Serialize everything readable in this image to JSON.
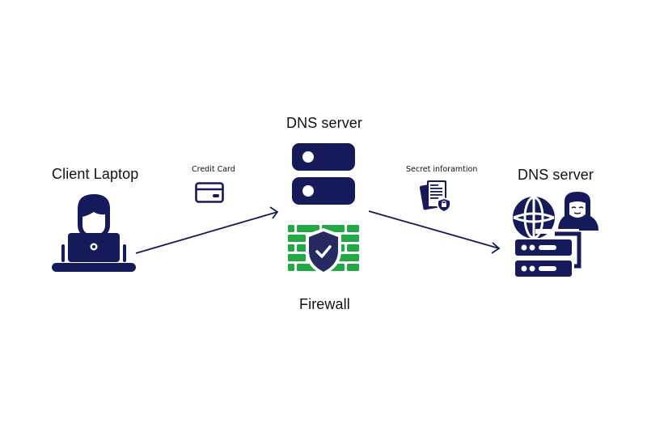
{
  "colors": {
    "navy": "#141a5a",
    "green": "#22a845",
    "text": "#111111",
    "background": "#ffffff"
  },
  "nodes": {
    "client": {
      "label": "Client Laptop",
      "icon": "person-with-laptop-icon"
    },
    "dns_server": {
      "label": "DNS server",
      "icon": "server-stack-icon"
    },
    "firewall": {
      "label": "Firewall",
      "icon": "brick-wall-shield-check-icon"
    },
    "attacker_dns": {
      "label": "DNS server",
      "icon": "globe-server-hacker-icon"
    }
  },
  "payloads": {
    "credit_card": {
      "label": "Credit Card",
      "icon": "credit-card-icon"
    },
    "secret_info": {
      "label": "Secret inforamtion",
      "icon": "secure-document-icon"
    }
  },
  "edges": [
    {
      "from": "client",
      "to": "dns_server",
      "payload": "credit_card"
    },
    {
      "from": "dns_server",
      "to": "attacker_dns",
      "payload": "secret_info"
    }
  ]
}
